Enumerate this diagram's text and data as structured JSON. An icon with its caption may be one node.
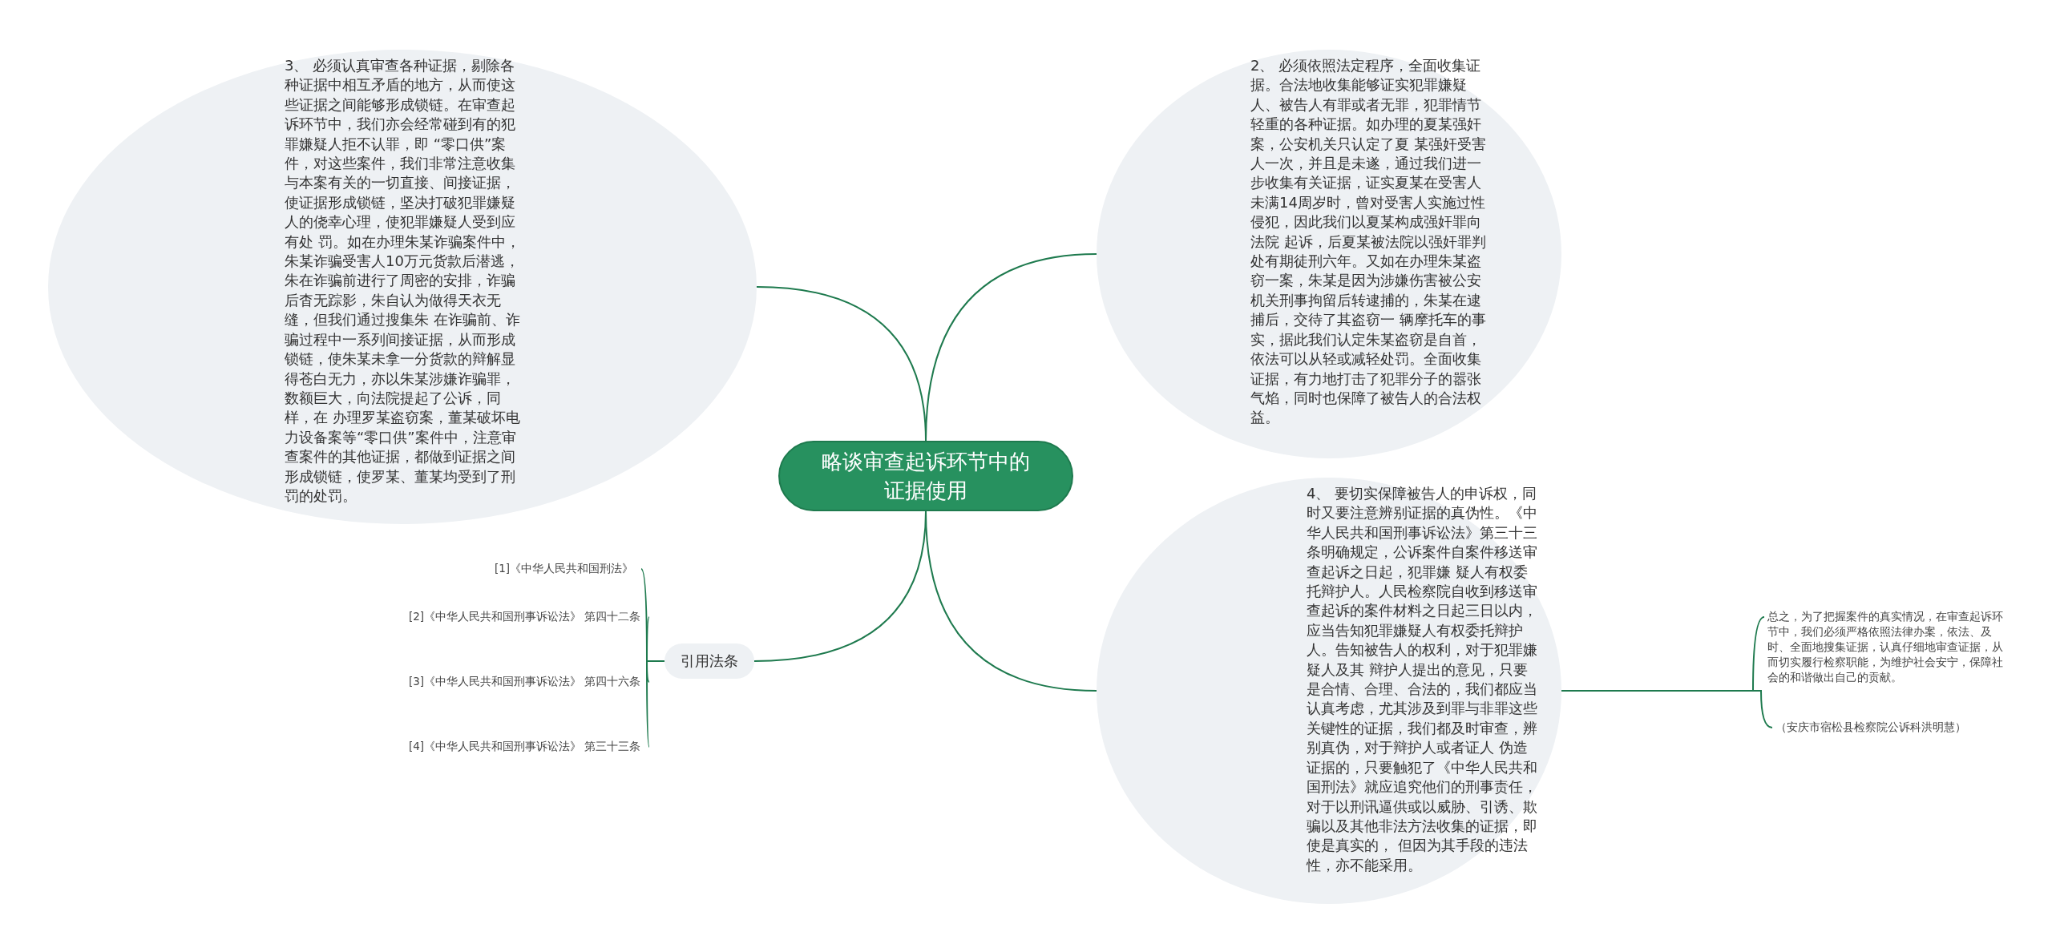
{
  "diagram": {
    "nodes": [
      {
        "text": [
          "略谈审查起诉环节中的证据使用"
        ]
      },
      {
        "text": [
          "2、 必须依照法定程序，全面收集证据。合法地收集能够证实犯罪嫌疑人、被告人有罪或者无罪，犯罪情节轻重的各种证据。如办理的夏某强奸案，公安机关只认定了夏 某强奸受害人一次，并且是未遂，通过我们进一步收集有关证据，证实夏某在受害人未满14周岁时，曾对受害人实施过性侵犯，因此我们以夏某构成强奸罪向法院 起诉，后夏某被法院以强奸罪判处有期徒刑六年。又如在办理朱某盗窃一案，朱某是因为涉嫌伤害被公安机关刑事拘留后转逮捕的，朱某在逮捕后，交待了其盗窃一 辆摩托车的事实，据此我们认定朱某盗窃是自首，依法可以从轻或减轻处罚。全面收集证据，有力地打击了犯罪分子的嚣张气焰，同时也保障了被告人的合法权益。"
        ]
      },
      {
        "text": [
          "3、 必须认真审查各种证据，剔除各种证据中相互矛盾的地方，从而使这些证据之间能够形成锁链。在审查起诉环节中，我们亦会经常碰到有的犯罪嫌疑人拒不认罪，即 “零口供”案件，对这些案件，我们非常注意收集与本案有关的一切直接、间接证据，使证据形成锁链，坚决打破犯罪嫌疑人的侥幸心理，使犯罪嫌疑人受到应有处 罚。如在办理朱某诈骗案件中，朱某诈骗受害人10万元货款后潜逃，朱在诈骗前进行了周密的安排，诈骗后杳无踪影，朱自认为做得天衣无缝，但我们通过搜集朱 在诈骗前、诈骗过程中一系列间接证据，从而形成锁链，使朱某未拿一分货款的辩解显得苍白无力，亦以朱某涉嫌诈骗罪，数额巨大，向法院提起了公诉，同样，在 办理罗某盗窃案，董某破坏电力设备案等“零口供”案件中，注意审查案件的其他证据，都做到证据之间形成锁链，使罗某、董某均受到了刑罚的处罚。"
        ]
      },
      {
        "text": [
          "4、 要切实保障被告人的申诉权，同时又要注意辨别证据的真伪性。《中华人民共和国刑事诉讼法》第三十三条明确规定，公诉案件自案件移送审查起诉之日起，犯罪嫌 疑人有权委托辩护人。人民检察院自收到移送审查起诉的案件材料之日起三日以内，应当告知犯罪嫌疑人有权委托辩护人。告知被告人的权利，对于犯罪嫌疑人及其 辩护人提出的意见，只要是合情、合理、合法的，我们都应当认真考虑，尤其涉及到罪与非罪这些关键性的证据，我们都及时审查，辨别真伪，对于辩护人或者证人 伪造证据的，只要触犯了《中华人民共和国刑法》就应追究他们的刑事责任，对于以刑讯逼供或以威胁、引诱、欺骗以及其他非法方法收集的证据，即使是真实的， 但因为其手段的违法性，亦不能采用。"
        ]
      },
      {
        "text": [
          "引用法条"
        ]
      },
      {
        "text": [
          "[1]《中华人民共和国刑法》"
        ]
      },
      {
        "text": [
          "[2]《中华人民共和国刑事诉讼法》 第四十二条"
        ]
      },
      {
        "text": [
          "[3]《中华人民共和国刑事诉讼法》 第四十六条"
        ]
      },
      {
        "text": [
          "[4]《中华人民共和国刑事诉讼法》 第三十三条"
        ]
      },
      {
        "text": [
          "总之，为了把握案件的真实情况，在审查起诉环节中，我们必须严格依照法律办案，依法、及时、全面地搜集证据，认真仔细地审查证据，从而切实履行检察职能，为维护社会安宁，保障社会的和谐做出自己的贡献。"
        ]
      },
      {
        "text": [
          "（安庆市宿松县检察院公诉科洪明慧）"
        ]
      }
    ],
    "edges": [
      {
        "from": 0,
        "to": 1,
        "arrow": "none"
      },
      {
        "from": 0,
        "to": 2,
        "arrow": "none"
      },
      {
        "from": 0,
        "to": 3,
        "arrow": "none"
      },
      {
        "from": 0,
        "to": 4,
        "arrow": "none"
      },
      {
        "from": 4,
        "to": 5,
        "arrow": "none"
      },
      {
        "from": 4,
        "to": 6,
        "arrow": "none"
      },
      {
        "from": 4,
        "to": 7,
        "arrow": "none"
      },
      {
        "from": 4,
        "to": 8,
        "arrow": "none"
      },
      {
        "from": 3,
        "to": 9,
        "arrow": "none"
      },
      {
        "from": 3,
        "to": 10,
        "arrow": "none"
      }
    ]
  }
}
